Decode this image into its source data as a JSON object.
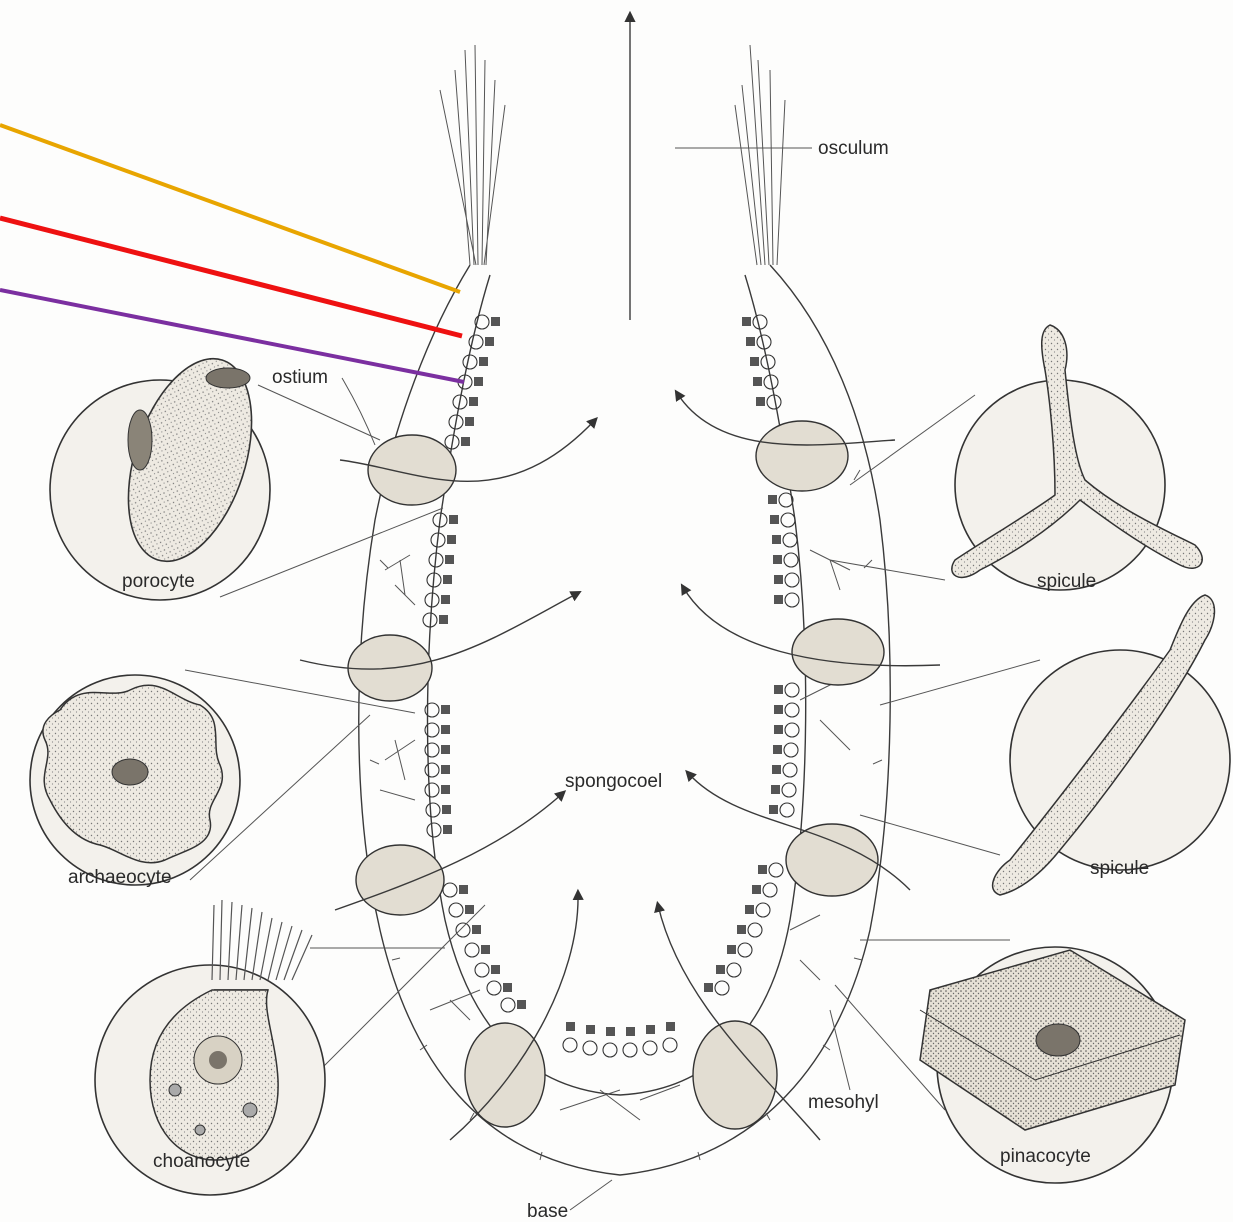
{
  "labels": {
    "osculum": "osculum",
    "ostium": "ostium",
    "porocyte": "porocyte",
    "spicule_top": "spicule",
    "spicule_bottom": "spicule",
    "archaeocyte": "archaeocyte",
    "spongocoel": "spongocoel",
    "choanocyte": "choanocyte",
    "mesohyl": "mesohyl",
    "pinacocyte": "pinacocyte",
    "base": "base"
  },
  "pointer_colors": {
    "pointer_1": "#e8a500",
    "pointer_2": "#ee1111",
    "pointer_3": "#7b2fa0"
  }
}
